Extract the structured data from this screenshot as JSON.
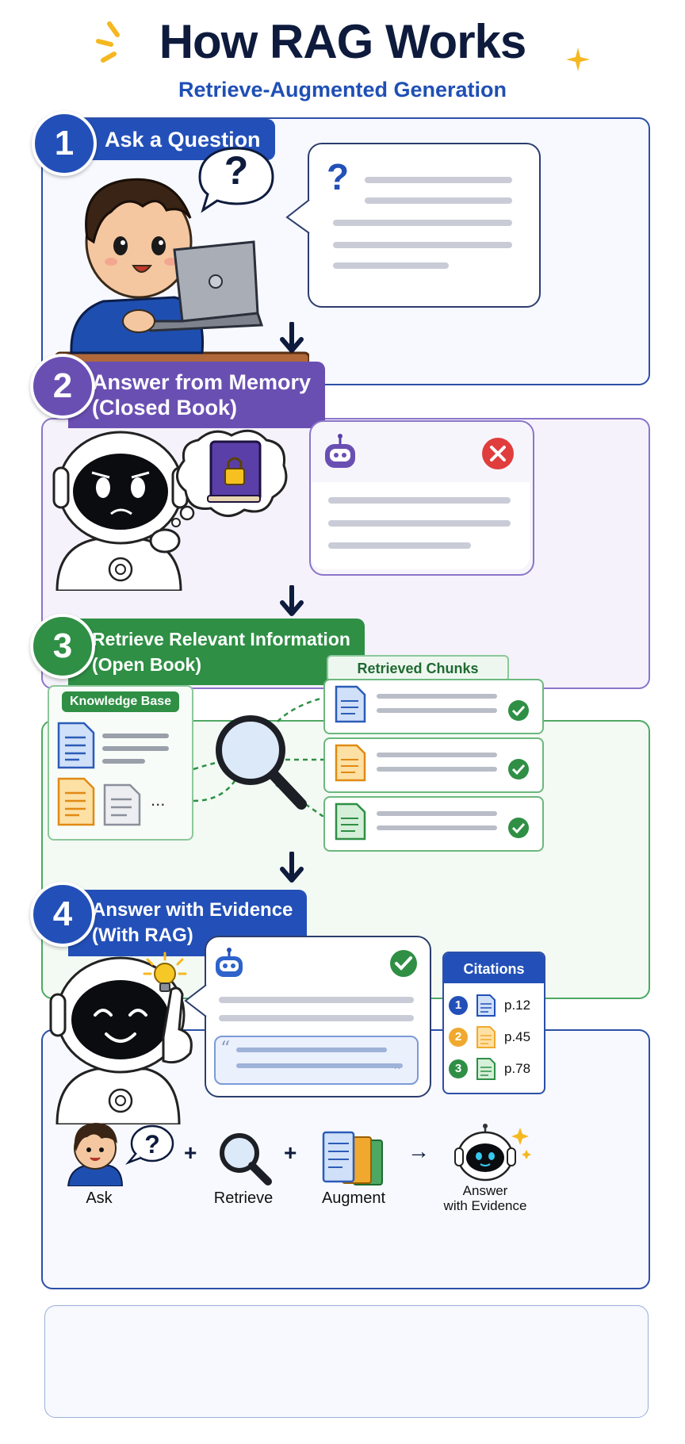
{
  "header": {
    "title": "How RAG Works",
    "subtitle": "Retrieve-Augmented Generation"
  },
  "steps": [
    {
      "number": "1",
      "title": "Ask a Question"
    },
    {
      "number": "2",
      "title_line1": "Answer from Memory",
      "title_line2": "(Closed Book)"
    },
    {
      "number": "3",
      "title_line1": "Retrieve Relevant Information",
      "title_line2": "(Open Book)"
    },
    {
      "number": "4",
      "title_line1": "Answer with Evidence",
      "title_line2": "(With RAG)"
    }
  ],
  "step1": {
    "question_mark": "?"
  },
  "step3": {
    "knowledge_base_label": "Knowledge Base",
    "retrieved_chunks_label": "Retrieved Chunks",
    "ellipsis": "...",
    "chunk_colors": [
      "#4f86d8",
      "#f0a92e",
      "#4ea864"
    ]
  },
  "step4": {
    "citations_title": "Citations",
    "citations": [
      {
        "num": "1",
        "page": "p.12",
        "color": "#2350b8"
      },
      {
        "num": "2",
        "page": "p.45",
        "color": "#f0a92e"
      },
      {
        "num": "3",
        "page": "p.78",
        "color": "#2f8f45"
      }
    ],
    "quote_open": "“",
    "quote_close": "”"
  },
  "summary": {
    "ask": "Ask",
    "retrieve": "Retrieve",
    "augment": "Augment",
    "answer_line1": "Answer",
    "answer_line2": "with Evidence",
    "plus": "+",
    "arrow": "→"
  },
  "colors": {
    "blue": "#2350b8",
    "purple": "#6a4fb3",
    "green": "#2f8f45",
    "navy": "#0e1b3d"
  }
}
